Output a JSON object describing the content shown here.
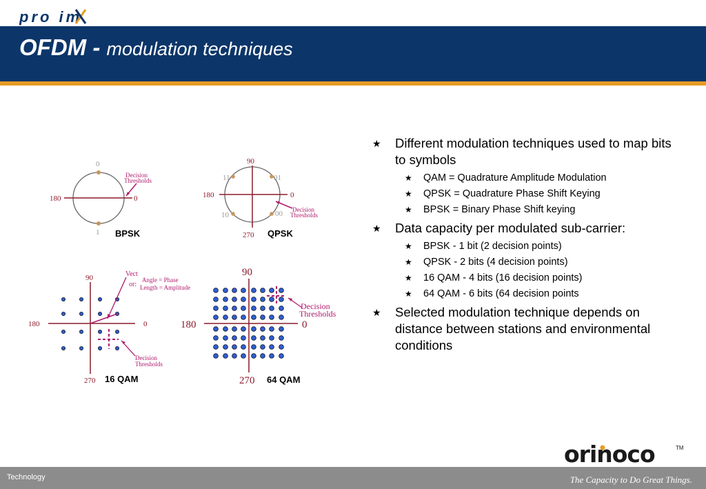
{
  "brand": {
    "top_logo": "proxim",
    "bottom_logo": "orinoco"
  },
  "header": {
    "title_bold": "OFDM -",
    "title_rest": "modulation techniques"
  },
  "bullets": [
    {
      "text": "Different modulation techniques used to map bits to symbols",
      "sub": [
        "QAM = Quadrature Amplitude Modulation",
        "QPSK = Quadrature Phase Shift Keying",
        "BPSK = Binary Phase Shift keying"
      ]
    },
    {
      "text": "Data capacity per modulated sub-carrier:",
      "sub": [
        "BPSK - 1 bit (2 decision points)",
        "QPSK - 2 bits (4 decision points)",
        "16 QAM - 4 bits (16 decision points)",
        "64 QAM - 6 bits (64 decision points"
      ]
    },
    {
      "text": "Selected modulation technique depends on distance between stations and environmental conditions",
      "sub": []
    }
  ],
  "bpsk": {
    "label": "BPSK",
    "top": "0",
    "bottom": "1",
    "left": "180",
    "right": "0",
    "decision_1": "Decision",
    "decision_2": "Thresholds"
  },
  "qpsk": {
    "label": "QPSK",
    "top": "90",
    "bottom": "270",
    "left": "180",
    "right": "0",
    "p11": "11",
    "p01": "01",
    "p10": "10",
    "p00": "00",
    "decision_1": "Decision",
    "decision_2": "Thresholds"
  },
  "qam16": {
    "label": "16 QAM",
    "top": "90",
    "bottom": "270",
    "left": "180",
    "right": "0",
    "vect": "Vect",
    "or": "or:",
    "angle": "Angle = Phase",
    "length": "Length = Amplitude",
    "decision_1": "Decision",
    "decision_2": "Thresholds"
  },
  "qam64": {
    "label": "64 QAM",
    "top": "90",
    "bottom": "270",
    "left": "180",
    "right": "0",
    "decision_1": "Decision",
    "decision_2": "Thresholds"
  },
  "footer": {
    "left": "Technology",
    "right": "The Capacity to Do Great Things."
  },
  "colors": {
    "header": "#0c3669",
    "stripe": "#e79b23",
    "axis": "#8b1a2b",
    "annotation": "#b0196e",
    "dot": "#2f5fd0",
    "footer": "#8c8c8c"
  }
}
